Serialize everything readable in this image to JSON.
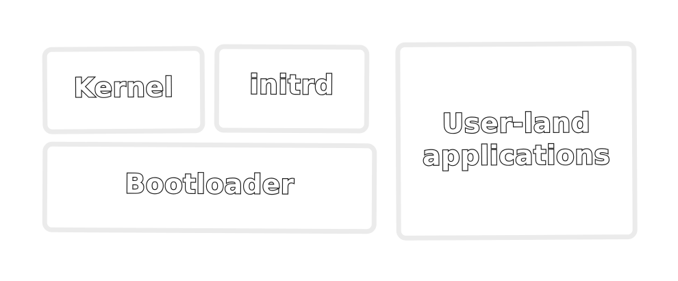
{
  "diagram": {
    "boxes": {
      "kernel": {
        "label": "Kernel"
      },
      "initrd": {
        "label": "initrd"
      },
      "bootloader": {
        "label": "Bootloader"
      },
      "userland": {
        "label": "User-land\napplications"
      }
    },
    "colors": {
      "box_border": "#ebebeb",
      "text_fill": "#ffffff",
      "text_outline": "#1a1a1a",
      "background": "#ffffff"
    }
  }
}
